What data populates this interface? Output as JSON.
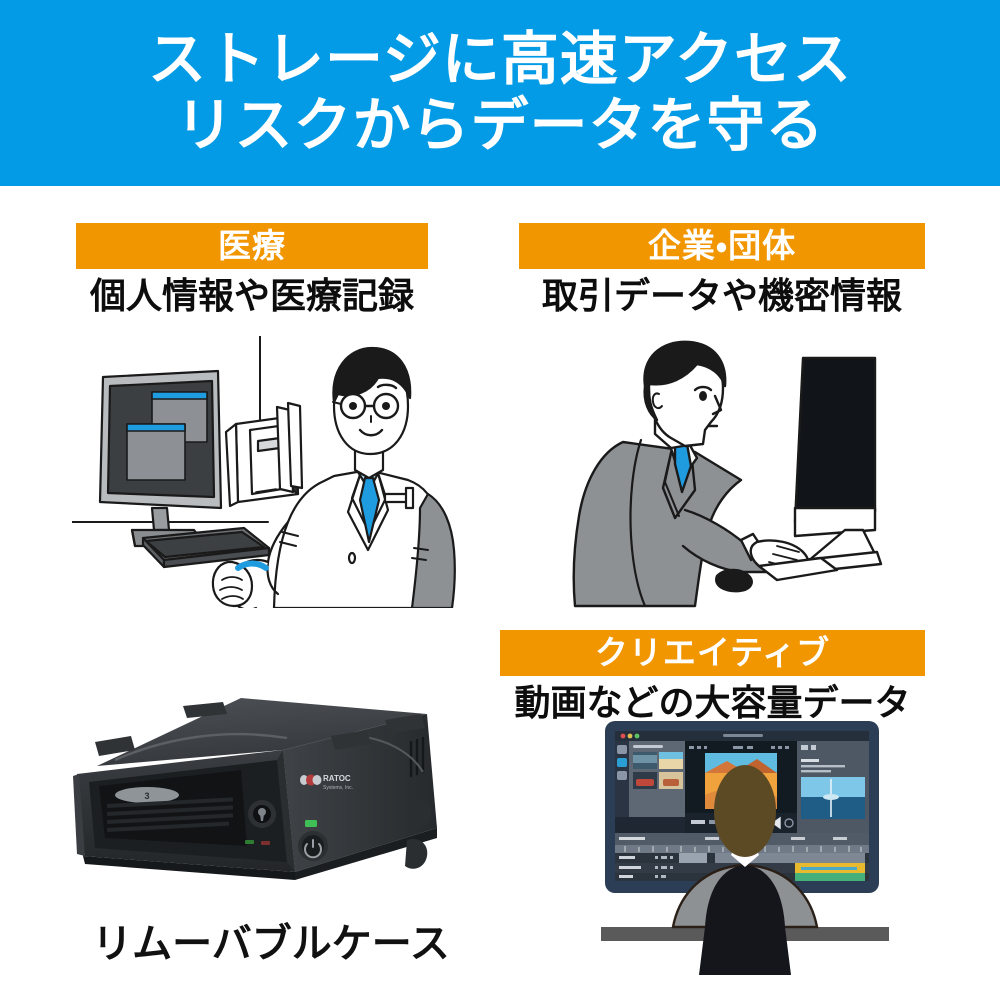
{
  "hero": {
    "line1": "ストレージに高速アクセス",
    "line2": "リスクからデータを守る",
    "background_color": "#039be5",
    "text_color": "#ffffff"
  },
  "accent_color": "#f29600",
  "categories": [
    {
      "id": "medical",
      "banner_label": "医療",
      "subtitle": "個人情報や医療記録",
      "illustration": "doctor-at-desk-with-monitor-and-books"
    },
    {
      "id": "corporate",
      "banner_label": "企業・団体",
      "subtitle": "取引データや機密情報",
      "illustration": "businessman-typing-at-desktop-computer"
    },
    {
      "id": "creative",
      "banner_label": "クリエイティブ",
      "subtitle": "動画などの大容量データ",
      "illustration": "person-from-behind-editing-video-on-monitor"
    }
  ],
  "product": {
    "caption": "リムーバブルケース",
    "brand": "RATOC",
    "brand_sub": "Systems, Inc.",
    "badge_number": "3",
    "illustration": "black-removable-hdd-case"
  }
}
